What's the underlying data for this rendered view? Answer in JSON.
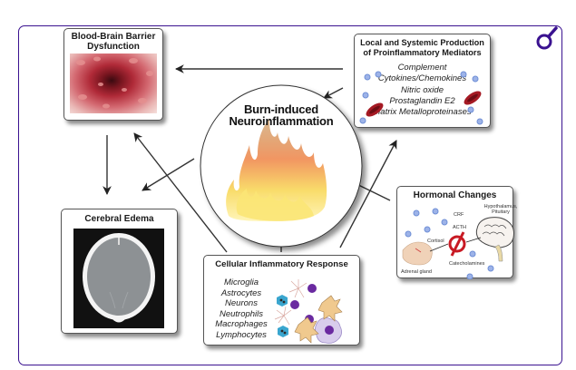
{
  "figure": {
    "center": {
      "title_line1": "Burn-induced",
      "title_line2": "Neuroinflammation",
      "icon": "flame-icon"
    },
    "boxes": {
      "bbb": {
        "title_line1": "Blood-Brain Barrier",
        "title_line2": "Dysfunction",
        "image": "blood-vessel-image"
      },
      "mediators": {
        "title_line1": "Local and Systemic Production",
        "title_line2": "of Proinflammatory Mediators",
        "items": [
          "Complement",
          "Cytokines/Chemokines",
          "Nitric oxide",
          "Prostaglandin E2",
          "Matrix Metalloproteinases"
        ]
      },
      "edema": {
        "title": "Cerebral Edema",
        "image": "ct-scan-image"
      },
      "cellular": {
        "title": "Cellular Inflammatory Response",
        "items": [
          "Microglia",
          "Astrocytes",
          "Neurons",
          "Neutrophils",
          "Macrophages",
          "Lymphocytes"
        ]
      },
      "hormonal": {
        "title": "Hormonal Changes",
        "labels": {
          "hypothalamus_line1": "Hypothalamus,",
          "hypothalamus_line2": "Pituitary",
          "crf": "CRF",
          "acth": "ACTH",
          "cortisol": "Cortisol",
          "catecholamines": "Catecholamines",
          "adrenal": "Adrenal gland"
        }
      }
    },
    "corner_icon": "magnifier-icon",
    "colors": {
      "frame": "#3a1290",
      "accent": "#3a1290",
      "blood": "#b0202a",
      "molecule": "#8fa8e0"
    }
  }
}
